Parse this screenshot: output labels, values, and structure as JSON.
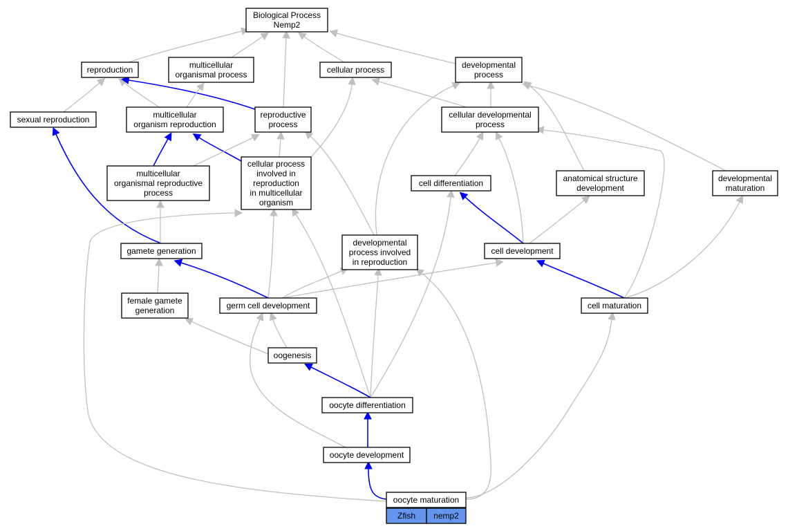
{
  "nodes": [
    {
      "id": "bp",
      "lines": [
        "Biological Process",
        "Nemp2"
      ]
    },
    {
      "id": "reproduction",
      "lines": [
        "reproduction"
      ]
    },
    {
      "id": "mop",
      "lines": [
        "multicellular",
        "organismal process"
      ]
    },
    {
      "id": "cp",
      "lines": [
        "cellular process"
      ]
    },
    {
      "id": "dp",
      "lines": [
        "developmental",
        "process"
      ]
    },
    {
      "id": "sr",
      "lines": [
        "sexual reproduction"
      ]
    },
    {
      "id": "mor",
      "lines": [
        "multicellular",
        "organism reproduction"
      ]
    },
    {
      "id": "rp",
      "lines": [
        "reproductive",
        "process"
      ]
    },
    {
      "id": "cdp",
      "lines": [
        "cellular developmental",
        "process"
      ]
    },
    {
      "id": "morp",
      "lines": [
        "multicellular",
        "organismal reproductive",
        "process"
      ]
    },
    {
      "id": "cpir",
      "lines": [
        "cellular process",
        "involved in",
        "reproduction",
        "in multicellular",
        "organism"
      ]
    },
    {
      "id": "celldiff",
      "lines": [
        "cell differentiation"
      ]
    },
    {
      "id": "asd",
      "lines": [
        "anatomical structure",
        "development"
      ]
    },
    {
      "id": "devmat",
      "lines": [
        "developmental",
        "maturation"
      ]
    },
    {
      "id": "gg",
      "lines": [
        "gamete generation"
      ]
    },
    {
      "id": "dpir",
      "lines": [
        "developmental",
        "process involved",
        "in reproduction"
      ]
    },
    {
      "id": "celldev",
      "lines": [
        "cell development"
      ]
    },
    {
      "id": "fgg",
      "lines": [
        "female gamete",
        "generation"
      ]
    },
    {
      "id": "gcd",
      "lines": [
        "germ cell development"
      ]
    },
    {
      "id": "cellmat",
      "lines": [
        "cell maturation"
      ]
    },
    {
      "id": "oog",
      "lines": [
        "oogenesis"
      ]
    },
    {
      "id": "odiff",
      "lines": [
        "oocyte differentiation"
      ]
    },
    {
      "id": "odev",
      "lines": [
        "oocyte development"
      ]
    },
    {
      "id": "omat",
      "lines": [
        "oocyte maturation"
      ]
    }
  ],
  "tags": [
    {
      "id": "zfish",
      "label": "Zfish",
      "color": "#6495ed"
    },
    {
      "id": "nemp2",
      "label": "nemp2",
      "color": "#6495ed"
    }
  ],
  "edge_colors": {
    "is_a": "#c0c0c0",
    "part_of_path": "#0000ff"
  },
  "edges": [
    {
      "id": "e01",
      "from": "reproduction",
      "to": "bp",
      "color": "gray"
    },
    {
      "id": "e02",
      "from": "mop",
      "to": "bp",
      "color": "gray"
    },
    {
      "id": "e03",
      "from": "rp",
      "to": "bp",
      "color": "gray"
    },
    {
      "id": "e04",
      "from": "cp",
      "to": "bp",
      "color": "gray"
    },
    {
      "id": "e05",
      "from": "dp",
      "to": "bp",
      "color": "gray"
    },
    {
      "id": "e06",
      "from": "sr",
      "to": "reproduction",
      "color": "gray"
    },
    {
      "id": "e07",
      "from": "mor",
      "to": "reproduction",
      "color": "gray"
    },
    {
      "id": "e08",
      "from": "rp",
      "to": "reproduction",
      "color": "blue"
    },
    {
      "id": "e09",
      "from": "mor",
      "to": "mop",
      "color": "gray"
    },
    {
      "id": "e10",
      "from": "cdp",
      "to": "cp",
      "color": "gray"
    },
    {
      "id": "e11",
      "from": "cpir",
      "to": "cp",
      "color": "gray"
    },
    {
      "id": "e12",
      "from": "cdp",
      "to": "dp",
      "color": "gray"
    },
    {
      "id": "e13",
      "from": "asd",
      "to": "dp",
      "color": "gray"
    },
    {
      "id": "e14",
      "from": "devmat",
      "to": "dp",
      "color": "gray"
    },
    {
      "id": "e15",
      "from": "dpir",
      "to": "dp",
      "color": "gray"
    },
    {
      "id": "e16",
      "from": "morp",
      "to": "mor",
      "color": "blue"
    },
    {
      "id": "e17",
      "from": "cpir",
      "to": "mor",
      "color": "blue"
    },
    {
      "id": "e18",
      "from": "morp",
      "to": "rp",
      "color": "gray"
    },
    {
      "id": "e19",
      "from": "cpir",
      "to": "rp",
      "color": "gray"
    },
    {
      "id": "e20",
      "from": "dpir",
      "to": "rp",
      "color": "gray"
    },
    {
      "id": "e21",
      "from": "celldiff",
      "to": "cdp",
      "color": "gray"
    },
    {
      "id": "e22",
      "from": "celldev",
      "to": "cdp",
      "color": "gray"
    },
    {
      "id": "e23",
      "from": "cellmat",
      "to": "cdp",
      "color": "gray"
    },
    {
      "id": "e24",
      "from": "gg",
      "to": "sr",
      "color": "blue"
    },
    {
      "id": "e25",
      "from": "gg",
      "to": "morp",
      "color": "gray"
    },
    {
      "id": "e26",
      "from": "gcd",
      "to": "cpir",
      "color": "gray"
    },
    {
      "id": "e27",
      "from": "odiff",
      "to": "cpir",
      "color": "gray"
    },
    {
      "id": "e28",
      "from": "omat",
      "to": "cpir",
      "color": "gray"
    },
    {
      "id": "e29",
      "from": "celldev",
      "to": "celldiff",
      "color": "blue"
    },
    {
      "id": "e30",
      "from": "odiff",
      "to": "celldiff",
      "color": "gray"
    },
    {
      "id": "e31",
      "from": "celldev",
      "to": "asd",
      "color": "gray"
    },
    {
      "id": "e32",
      "from": "cellmat",
      "to": "devmat",
      "color": "gray"
    },
    {
      "id": "e33",
      "from": "fgg",
      "to": "gg",
      "color": "gray"
    },
    {
      "id": "e34",
      "from": "gcd",
      "to": "gg",
      "color": "blue"
    },
    {
      "id": "e35",
      "from": "gcd",
      "to": "dpir",
      "color": "gray"
    },
    {
      "id": "e36",
      "from": "odiff",
      "to": "dpir",
      "color": "gray"
    },
    {
      "id": "e37",
      "from": "omat",
      "to": "dpir",
      "color": "gray"
    },
    {
      "id": "e38",
      "from": "gcd",
      "to": "celldev",
      "color": "gray"
    },
    {
      "id": "e39",
      "from": "cellmat",
      "to": "celldev",
      "color": "blue"
    },
    {
      "id": "e40",
      "from": "oog",
      "to": "fgg",
      "color": "gray"
    },
    {
      "id": "e41",
      "from": "oog",
      "to": "gcd",
      "color": "gray"
    },
    {
      "id": "e42",
      "from": "odev",
      "to": "gcd",
      "color": "gray"
    },
    {
      "id": "e43",
      "from": "omat",
      "to": "cellmat",
      "color": "gray"
    },
    {
      "id": "e44",
      "from": "odiff",
      "to": "oog",
      "color": "blue"
    },
    {
      "id": "e45",
      "from": "odev",
      "to": "odiff",
      "color": "blue"
    },
    {
      "id": "e46",
      "from": "omat",
      "to": "odev",
      "color": "blue"
    }
  ]
}
